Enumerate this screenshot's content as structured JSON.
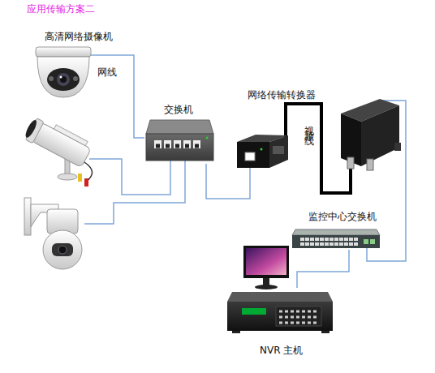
{
  "diagram": {
    "title": "应用传输方案二",
    "nodes": [
      {
        "text": [
          "高清网络摄像机"
        ]
      },
      {
        "text": [
          "交换机"
        ]
      },
      {
        "text": [
          "网络传输转换器"
        ]
      },
      {
        "text": [
          "监控中心交换机"
        ]
      },
      {
        "text": [
          "NVR 主机"
        ]
      }
    ],
    "edges": [
      {
        "from": 0,
        "to": 1,
        "arrow": "none",
        "label": "网线"
      },
      {
        "from": 1,
        "to": 2,
        "arrow": "none"
      },
      {
        "from": 3,
        "to": 4,
        "arrow": "none"
      }
    ],
    "labels": [
      "视频线"
    ]
  }
}
